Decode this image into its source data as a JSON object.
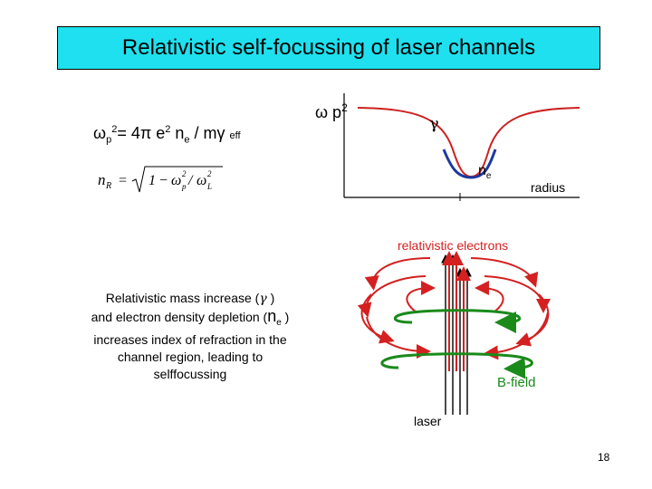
{
  "title": "Relativistic self-focussing of laser channels",
  "formula_plasma": {
    "omega": "ω",
    "p_sub": "p",
    "sq": "2",
    "rhs": "= 4π e",
    "e_sq": "2",
    "n": " n",
    "e_sub": "e",
    "div": " / mγ ",
    "eff": "eff"
  },
  "formula_index": "n_R = √(1 − ω_p² / ω_L²)",
  "plot": {
    "y_label": "ω p",
    "y_label_sup": "2",
    "gamma_label": "γ",
    "ne_label": "n",
    "ne_sub": "e",
    "x_label": "radius",
    "colors": {
      "gamma_curve": "#cc2222",
      "ne_curve": "#1c3a9e"
    }
  },
  "description": {
    "line1": "Relativistic mass increase (",
    "gamma": "γ",
    "line1_end": " )",
    "line2": "and electron density depletion (",
    "ne": "n",
    "ne_sub": "e",
    "line2_end": " )",
    "line3": "increases index of refraction in the",
    "line4": "channel region, leading to",
    "line5": "selffocussing"
  },
  "channel_diagram": {
    "electrons_label": "relativistic electrons",
    "bfield_label": "B-field",
    "laser_label": "laser",
    "colors": {
      "electron_loops": "#d42020",
      "bfield": "#1a8a1a",
      "laser": "#000000"
    }
  },
  "page_number": "18"
}
